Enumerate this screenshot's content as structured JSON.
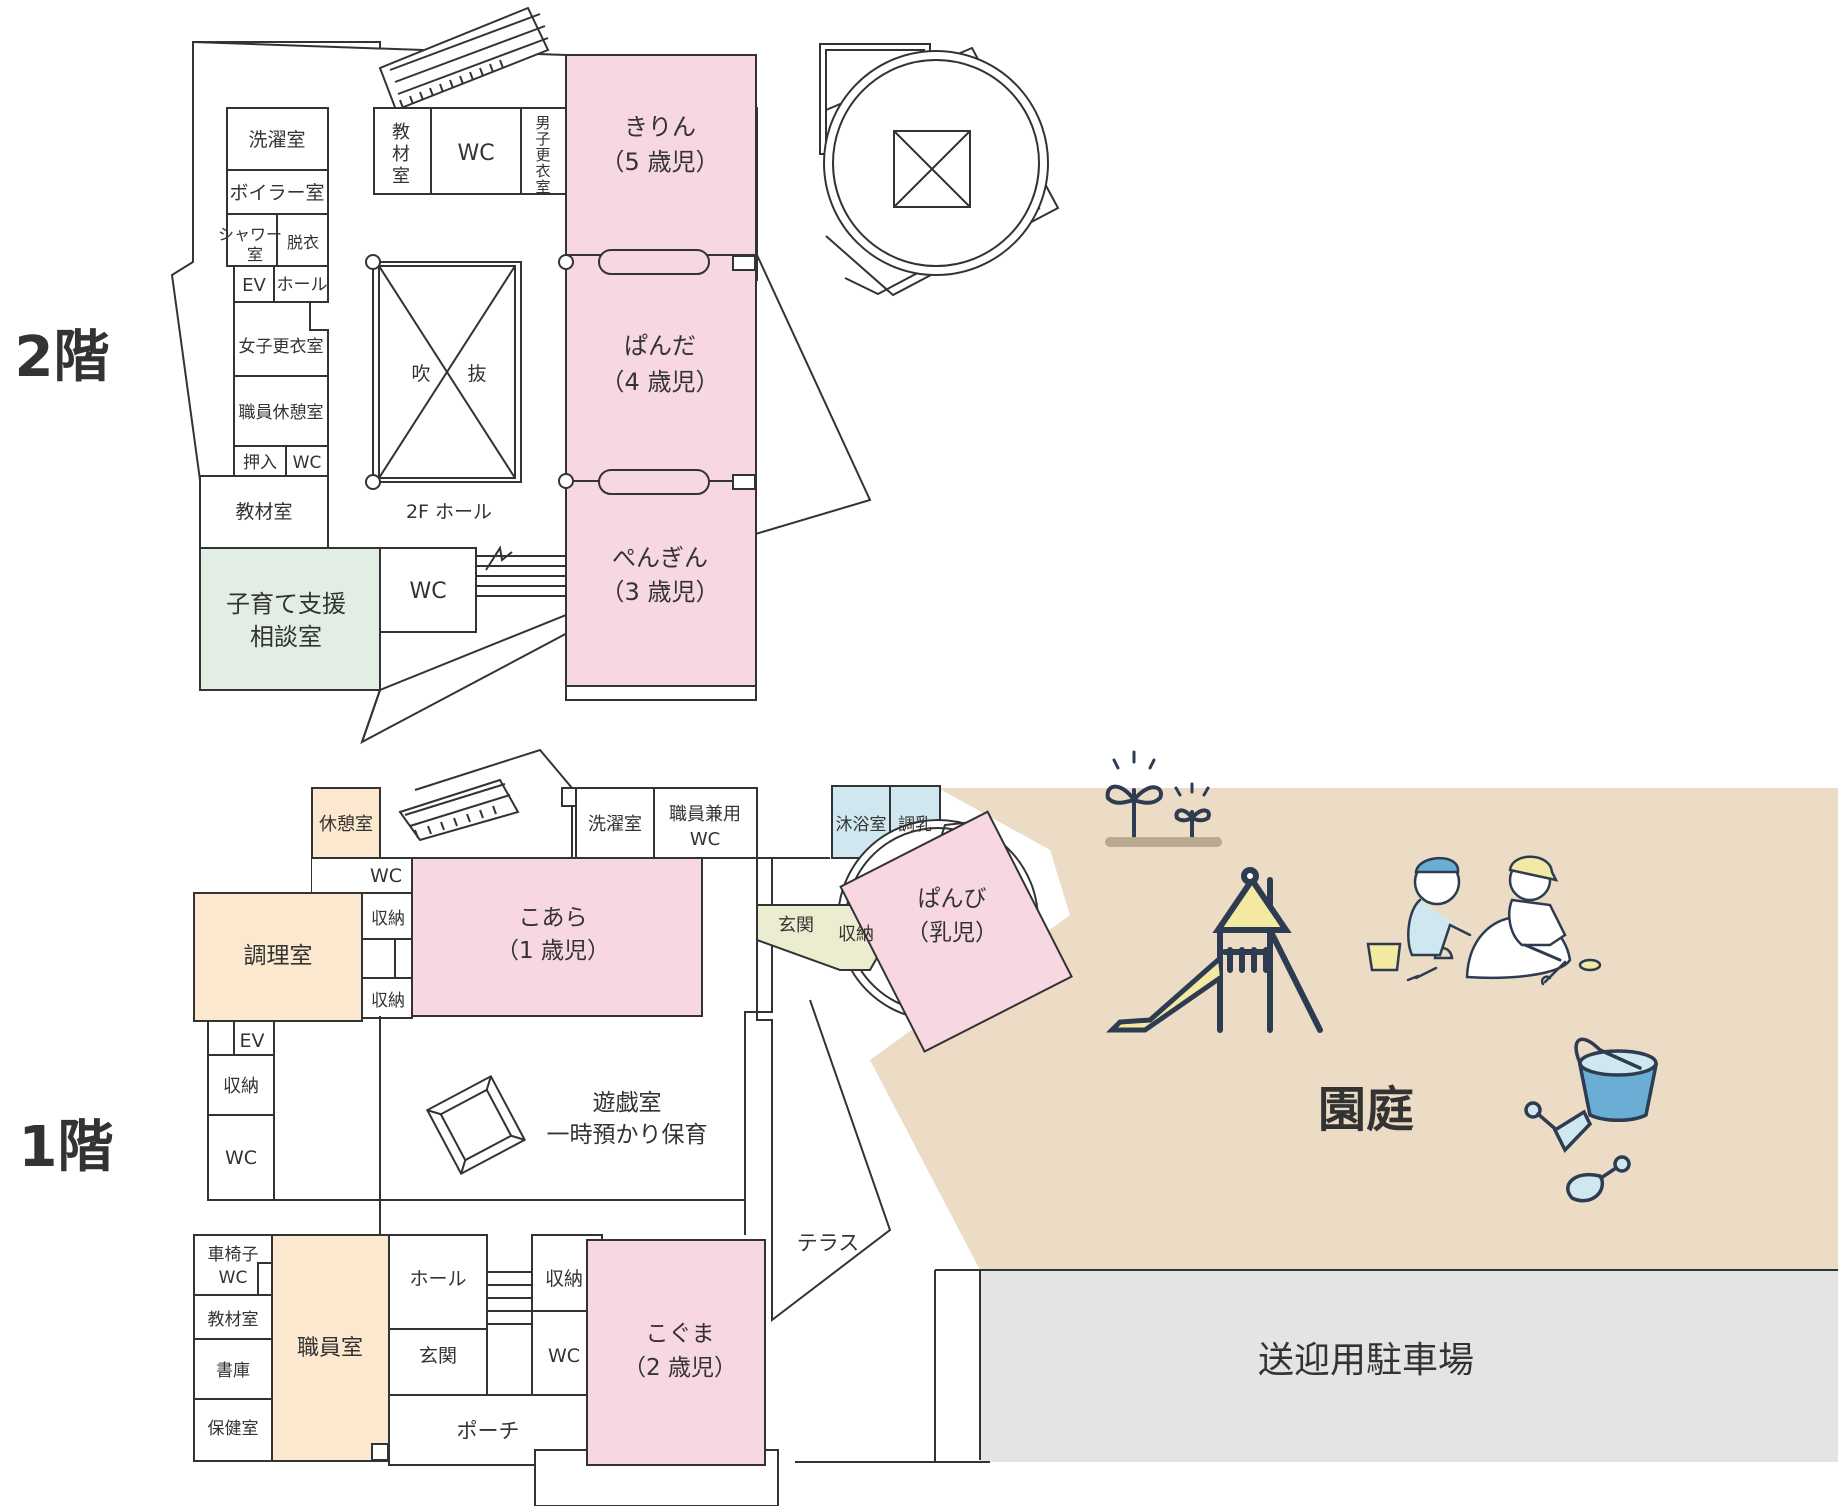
{
  "floors": {
    "second": "2階",
    "first": "1階"
  },
  "colors": {
    "line": "#333333",
    "class_pink": "#f7d7e0",
    "support_green": "#e2eee3",
    "staff_peach": "#fbe8cf",
    "water_blue": "#cfe7ef",
    "entrance_yellow": "#ecedd0",
    "garden_tan": "#ecdcc6",
    "parking_gray": "#e3e4e3",
    "accent_blue": "#6aaed6",
    "accent_yellow": "#f4e9a3",
    "icon_navy": "#2e3c52"
  },
  "floor2": {
    "laundry": "洗濯室",
    "boiler": "ボイラー室",
    "shower": [
      "シャワー",
      "室"
    ],
    "undress": "脱衣",
    "ev": "EV",
    "hall_small": "ホール",
    "girls_locker": "女子更衣室",
    "staff_rest": "職員休憩室",
    "closet": "押入",
    "wc_small": "WC",
    "materials_top": [
      "教",
      "材",
      "室"
    ],
    "wc_top": "WC",
    "boys_locker": [
      "男",
      "子",
      "更",
      "衣",
      "室"
    ],
    "atrium_left": "吹",
    "atrium_right": "抜",
    "materials_room": "教材室",
    "hall_2f": "2F ホール",
    "support_room": [
      "子育て支援",
      "相談室"
    ],
    "wc_mid": "WC",
    "kirin": [
      "きりん",
      "（5 歳児）"
    ],
    "panda": [
      "ぱんだ",
      "（4 歳児）"
    ],
    "penguin": [
      "ぺんぎん",
      "（3 歳児）"
    ]
  },
  "floor1": {
    "rest": "休憩室",
    "laundry": "洗濯室",
    "staff_wc": [
      "職員兼用",
      "WC"
    ],
    "bath": "沐浴室",
    "milk": "調乳",
    "wc_top": "WC",
    "storage": "収納",
    "kitchen": "調理室",
    "koala": [
      "こあら",
      "（1 歳児）"
    ],
    "ev": "EV",
    "wc_left": "WC",
    "entrance_side": "玄関",
    "pambi": [
      "ぱんび",
      "（乳児）"
    ],
    "playroom": [
      "遊戯室",
      "一時預かり保育"
    ],
    "terrace": "テラス",
    "wheelchair_wc": [
      "車椅子",
      "WC"
    ],
    "materials": "教材室",
    "library": "書庫",
    "health": "保健室",
    "staff_room": "職員室",
    "hall": "ホール",
    "entrance": "玄関",
    "porch": "ポーチ",
    "wc_bottom": "WC",
    "koguma": [
      "こぐま",
      "（2 歳児）"
    ]
  },
  "garden": {
    "label": "園庭"
  },
  "parking": {
    "label": "送迎用駐車場"
  },
  "icons": [
    "sprout-icon",
    "slide-icon",
    "children-playing-icon",
    "bucket-icon",
    "rake-icon",
    "shovel-icon"
  ]
}
